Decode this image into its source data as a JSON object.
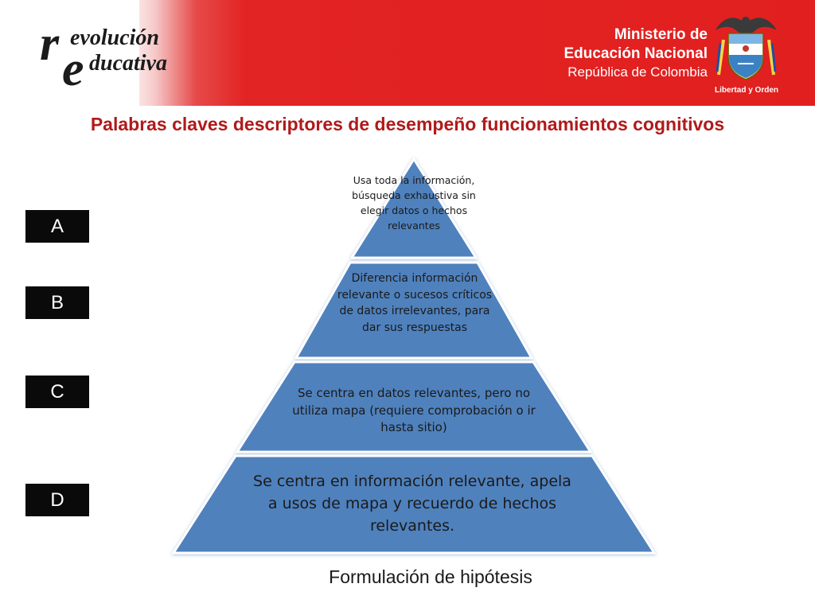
{
  "header": {
    "logo_left": {
      "big_r": "r",
      "line1": "evolución",
      "big_e": "e",
      "line2": "ducativa"
    },
    "ministry": {
      "line1": "Ministerio de",
      "line2": "Educación Nacional",
      "line3": "República de Colombia"
    },
    "crest_caption": "Libertad y Orden",
    "colors": {
      "banner": "#e11f1f",
      "logo_text": "#1b1b1b"
    }
  },
  "title": "Palabras claves descriptores de desempeño funcionamientos cognitivos",
  "levels": [
    "A",
    "B",
    "C",
    "D"
  ],
  "pyramid": {
    "fill_color": "#4f81bd",
    "tiers": [
      {
        "label": "A",
        "text": "Usa toda la información, búsqueda exhaustiva sin elegir  datos o hechos relevantes"
      },
      {
        "label": "B",
        "text": "Diferencia información relevante o sucesos críticos  de datos irrelevantes, para dar sus respuestas"
      },
      {
        "label": "C",
        "text": "Se centra en datos relevantes, pero no utiliza mapa (requiere comprobación o ir hasta sitio)"
      },
      {
        "label": "D",
        "text": "Se centra en información relevante, apela a usos de mapa y recuerdo de hechos relevantes."
      }
    ]
  },
  "caption": "Formulación de hipótesis"
}
